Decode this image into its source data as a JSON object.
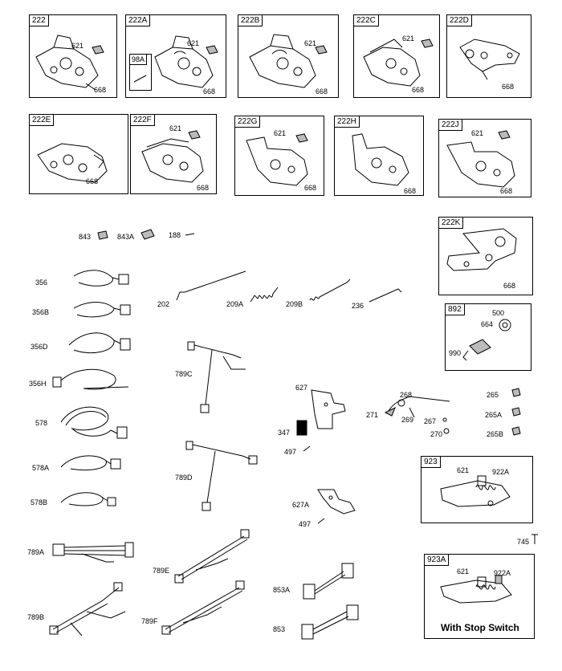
{
  "boxes": {
    "b222": {
      "tag": "222",
      "n1": "621",
      "n2": "668"
    },
    "b222A": {
      "tag": "222A",
      "n1": "621",
      "n2": "668",
      "sub_tag": "98A"
    },
    "b222B": {
      "tag": "222B",
      "n1": "621",
      "n2": "668"
    },
    "b222C": {
      "tag": "222C",
      "n1": "621",
      "n2": "668"
    },
    "b222D": {
      "tag": "222D",
      "n2": "668"
    },
    "b222E": {
      "tag": "222E",
      "n2": "668"
    },
    "b222F": {
      "tag": "222F",
      "n1": "621",
      "n2": "668"
    },
    "b222G": {
      "tag": "222G",
      "n1": "621",
      "n2": "668"
    },
    "b222H": {
      "tag": "222H",
      "n2": "668"
    },
    "b222J": {
      "tag": "222J",
      "n1": "621",
      "n2": "668"
    },
    "b222K": {
      "tag": "222K",
      "n2": "668"
    },
    "b892": {
      "tag": "892",
      "n1": "500",
      "n2": "664",
      "n3": "990"
    },
    "b923": {
      "tag": "923",
      "n1": "621",
      "n2": "922A"
    },
    "b923A": {
      "tag": "923A",
      "n1": "621",
      "n2": "922A",
      "caption": "With Stop Switch"
    }
  },
  "parts": {
    "p843": "843",
    "p843A": "843A",
    "p188": "188",
    "p356": "356",
    "p356B": "356B",
    "p356D": "356D",
    "p356H": "356H",
    "p578": "578",
    "p578A": "578A",
    "p578B": "578B",
    "p202": "202",
    "p209A": "209A",
    "p209B": "209B",
    "p236": "236",
    "p789C": "789C",
    "p789D": "789D",
    "p789A": "789A",
    "p789B": "789B",
    "p789E": "789E",
    "p789F": "789F",
    "p627": "627",
    "p347": "347",
    "p497a": "497",
    "p627A": "627A",
    "p497b": "497",
    "p268": "268",
    "p271": "271",
    "p269": "269",
    "p267": "267",
    "p270": "270",
    "p265": "265",
    "p265A": "265A",
    "p265B": "265B",
    "p745": "745",
    "p853A": "853A",
    "p853": "853"
  },
  "colors": {
    "ink": "#000000",
    "paper": "#ffffff",
    "shade": "#bbbbbb"
  }
}
